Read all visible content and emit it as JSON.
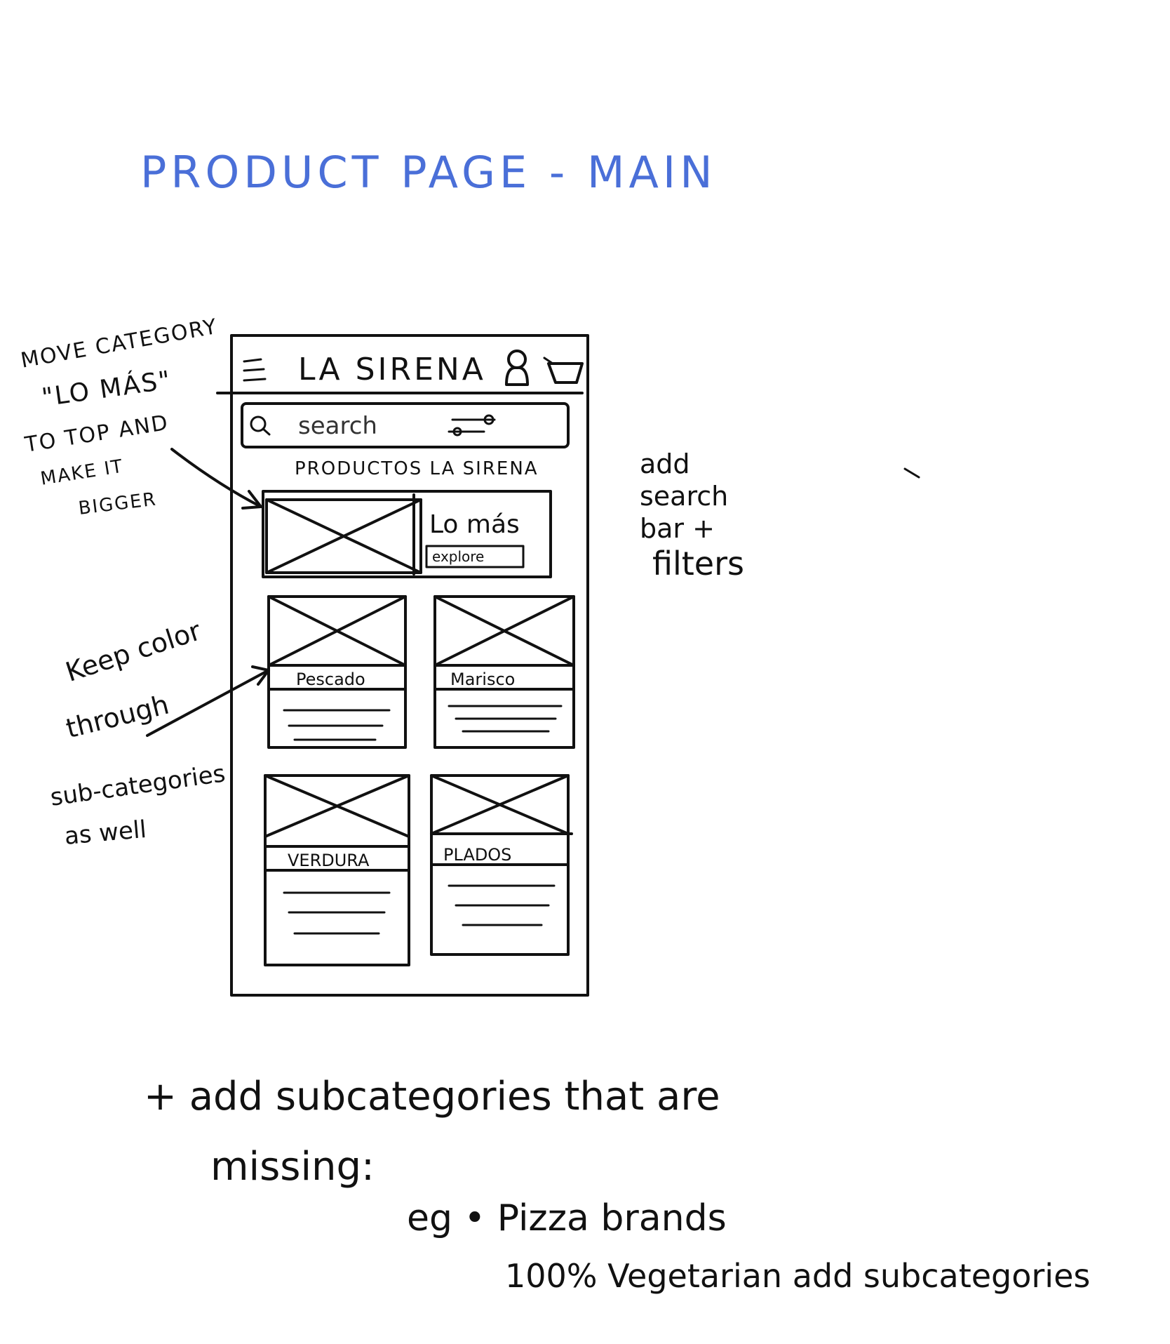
{
  "title": "PRODUCT PAGE - MAIN",
  "annotations": {
    "move_category": [
      "MOVE CATEGORY",
      "\"LO MÁS\"",
      "TO TOP AND",
      "MAKE IT",
      "BIGGER"
    ],
    "add_search": [
      "add",
      "search",
      "bar +",
      "filters"
    ],
    "keep_color": [
      "Keep color",
      "through"
    ],
    "sub_categories": [
      "sub-categories",
      "as well"
    ],
    "missing": [
      "+ add subcategories that are",
      "missing:",
      "eg • Pizza brands",
      "100% Vegetarian add subcategories"
    ]
  },
  "wireframe": {
    "brand": "LA SIRENA",
    "menu_icon": "hamburger-icon",
    "user_icon": "user-icon",
    "cart_icon": "cart-icon",
    "search_icon": "search-icon",
    "filter_icon": "filter-slider-icon",
    "search_placeholder": "search",
    "section_title": "PRODUCTOS LA SIRENA",
    "featured": {
      "label": "Lo más",
      "button": "explore"
    },
    "categories": [
      {
        "label": "Pescado"
      },
      {
        "label": "Marisco"
      },
      {
        "label": "VERDURA"
      },
      {
        "label": "PLADOS"
      }
    ]
  },
  "colors": {
    "ink": "#111111",
    "title_blue": "#4a6fd8"
  }
}
